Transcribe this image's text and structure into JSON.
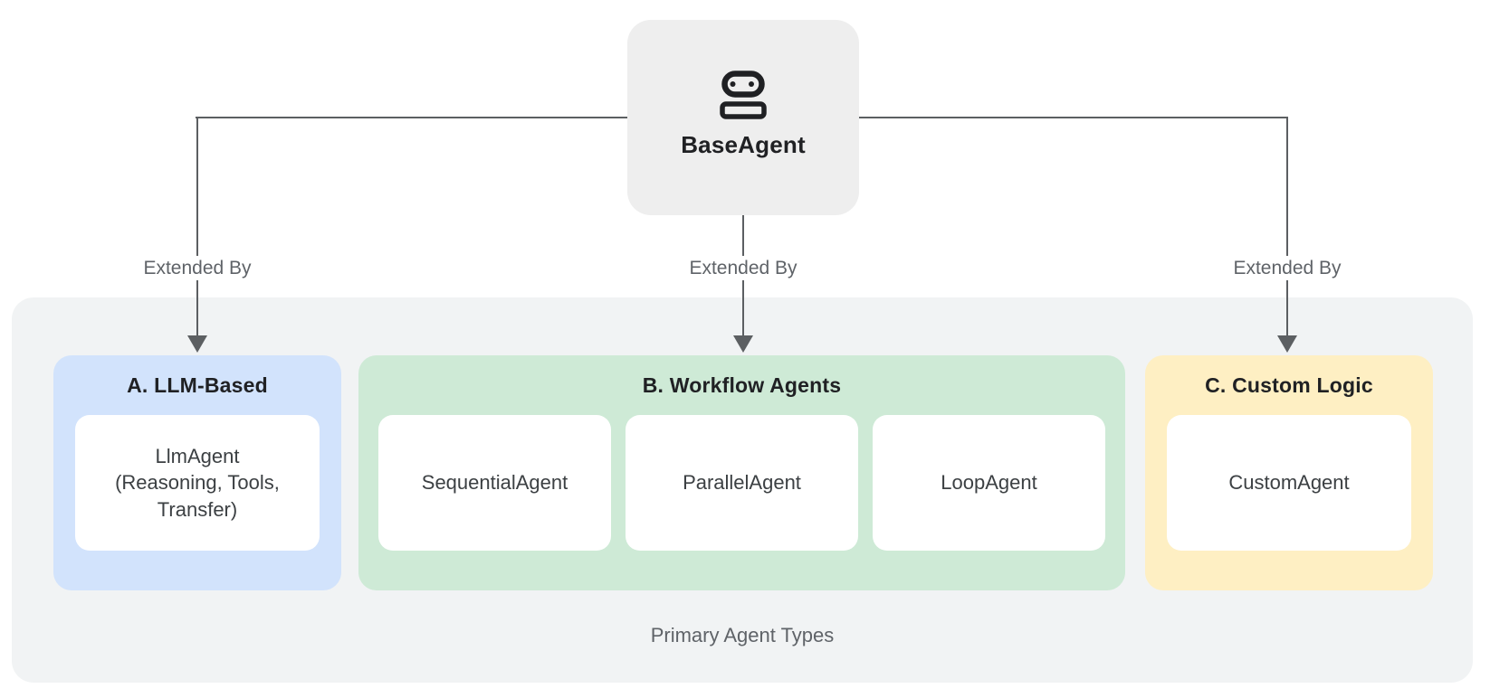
{
  "diagram": {
    "root": {
      "label": "BaseAgent",
      "icon": "robot-icon"
    },
    "edges": [
      {
        "label": "Extended By"
      },
      {
        "label": "Extended By"
      },
      {
        "label": "Extended By"
      }
    ],
    "panel": {
      "caption": "Primary Agent Types",
      "background": "#f1f3f4"
    },
    "sections": [
      {
        "title": "A. LLM-Based",
        "color": "#d2e3fc",
        "cards": [
          {
            "lines": [
              "LlmAgent",
              "(Reasoning, Tools,",
              "Transfer)"
            ]
          }
        ]
      },
      {
        "title": "B. Workflow Agents",
        "color": "#ceead6",
        "cards": [
          {
            "lines": [
              "SequentialAgent"
            ]
          },
          {
            "lines": [
              "ParallelAgent"
            ]
          },
          {
            "lines": [
              "LoopAgent"
            ]
          }
        ]
      },
      {
        "title": "C. Custom Logic",
        "color": "#feefc3",
        "cards": [
          {
            "lines": [
              "CustomAgent"
            ]
          }
        ]
      }
    ],
    "colors": {
      "root_box": "#eeeeee",
      "connector": "#5c5f62",
      "heading_text": "#202124",
      "card_text": "#3c4043",
      "muted_text": "#5f6368"
    }
  }
}
